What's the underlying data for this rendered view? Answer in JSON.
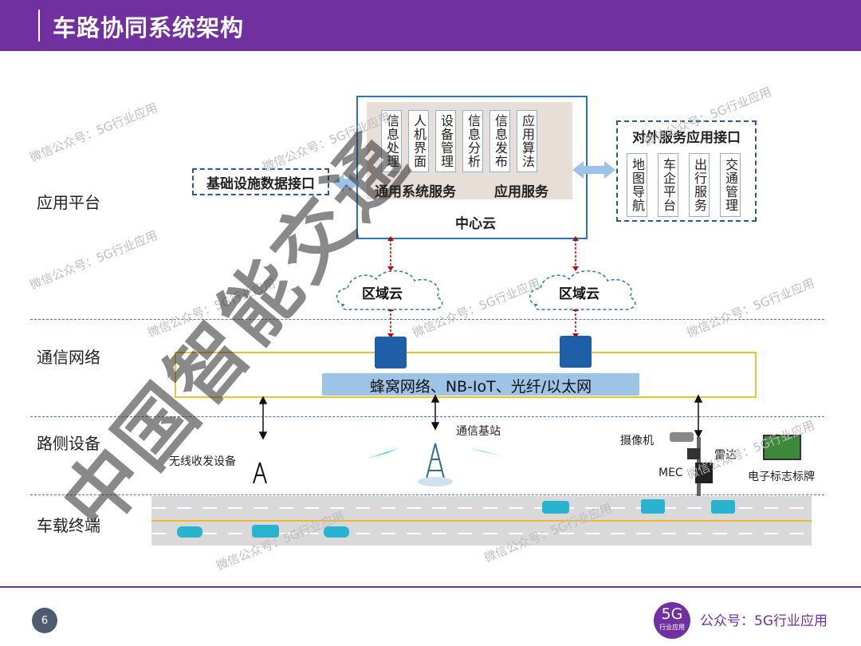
{
  "header": {
    "title": "车路协同系统架构"
  },
  "layers": {
    "app": "应用平台",
    "comm": "通信网络",
    "road": "路侧设备",
    "vehicle": "车载终端"
  },
  "center_cloud": {
    "modules": [
      "信息处理",
      "人机界面",
      "设备管理",
      "信息分析",
      "信息发布",
      "应用算法"
    ],
    "general_service": "通用系统服务",
    "app_service": "应用服务",
    "title": "中心云"
  },
  "infra_interface": "基础设施数据接口",
  "external": {
    "title": "对外服务应用接口",
    "items": [
      "地图导航",
      "车企平台",
      "出行服务",
      "交通管理"
    ]
  },
  "regional_clouds": [
    "区域云",
    "区域云"
  ],
  "network_bar": "蜂窝网络、NB-IoT、光纤/以太网",
  "road_devices": {
    "base_station": "通信基站",
    "transceiver": "无线收发设备",
    "camera": "摄像机",
    "radar": "雷达",
    "mec": "MEC",
    "sign": "电子标志标牌"
  },
  "watermark": "微信公众号：5G行业应用",
  "big_watermark": "中国智能交通",
  "footer": {
    "page": "6",
    "logo_main": "5G",
    "logo_sub": "行业应用",
    "account": "公众号：5G行业应用"
  },
  "colors": {
    "brand": "#7030a0",
    "center_border": "#2e75b6",
    "network_border": "#f0c030",
    "network_fill": "#9dc3e6"
  }
}
